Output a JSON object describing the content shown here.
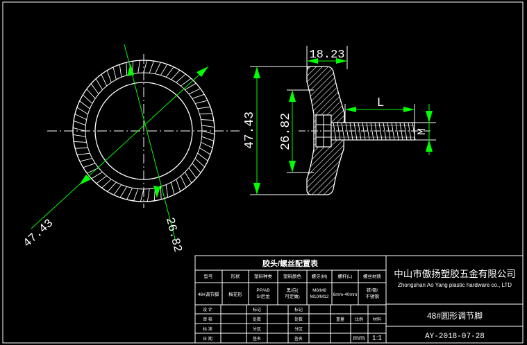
{
  "colors": {
    "background": "#000000",
    "line": "#ffffff",
    "dimension": "#00ff00",
    "hatch": "#ffffff"
  },
  "dimensions": {
    "top_width": "18.23",
    "overall_height": "47.43",
    "hub_height": "26.82",
    "thread_length": "L",
    "thread_size": "M",
    "outer_diameter": "47.43",
    "inner_diameter": "26.82"
  },
  "table": {
    "title": "胶头/螺丝配置表",
    "headers": [
      "型号",
      "形状",
      "塑料种类",
      "塑料颜色",
      "螺牙(M)",
      "螺杆(L)",
      "螺丝材质"
    ],
    "row": [
      "48#调节脚",
      "梅花形",
      "PP/ABS/尼龙",
      "黑/白(可定做)",
      "M6/M8 M10/M12",
      "6mm-40mm",
      "铁/铜/不锈钢"
    ],
    "sign_labels": [
      "设 计",
      "审 核",
      "标 准",
      "日 期"
    ],
    "sign_mid_labels": [
      "标记",
      "处数",
      "分区",
      "签名"
    ],
    "sign_right_labels": [
      "重量",
      "比例",
      "材料"
    ],
    "unit": "mm",
    "scale": "1:1"
  },
  "company": {
    "name_cn": "中山市傲扬塑胶五金有限公司",
    "name_en": "Zhongshan Ao Yang plastic hardware co., LTD"
  },
  "part_name": "48#圆形调节脚",
  "drawing_no": "AY-2018-07-28"
}
